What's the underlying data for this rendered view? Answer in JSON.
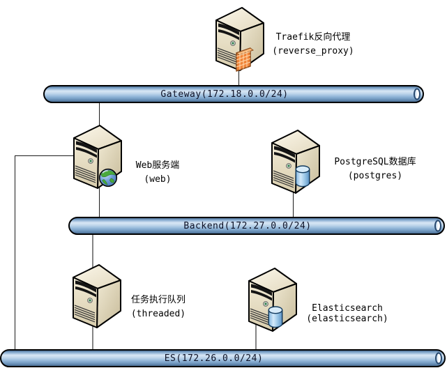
{
  "diagram": {
    "nodes": [
      {
        "name": "Traefik反向代理",
        "id_label": "(reverse_proxy)",
        "icon": "server-icon",
        "badge_icon": "firewall-icon"
      },
      {
        "name": "Web服务端",
        "id_label": "(web)",
        "icon": "server-icon",
        "badge_icon": "globe-icon"
      },
      {
        "name": "PostgreSQL数据库",
        "id_label": "(postgres)",
        "icon": "server-icon",
        "badge_icon": "database-icon"
      },
      {
        "name": "任务执行队列",
        "id_label": "(threaded)",
        "icon": "server-icon",
        "badge_icon": ""
      },
      {
        "name": "Elasticsearch",
        "id_label": "(elasticsearch)",
        "icon": "server-icon",
        "badge_icon": "database-icon"
      }
    ],
    "networks": [
      {
        "name": "Gateway",
        "cidr": "172.18.0.0/24",
        "label": "Gateway(172.18.0.0/24)"
      },
      {
        "name": "Backend",
        "cidr": "172.27.0.0/24",
        "label": "Backend(172.27.0.0/24)"
      },
      {
        "name": "ES",
        "cidr": "172.26.0.0/24",
        "label": "ES(172.26.0.0/24)"
      }
    ],
    "edges": [
      {
        "from": "reverse_proxy",
        "to": "Gateway"
      },
      {
        "from": "web",
        "to": "Gateway"
      },
      {
        "from": "web",
        "to": "Backend"
      },
      {
        "from": "web",
        "to": "ES"
      },
      {
        "from": "postgres",
        "to": "Backend"
      },
      {
        "from": "threaded",
        "to": "Backend"
      },
      {
        "from": "threaded",
        "to": "ES"
      },
      {
        "from": "elasticsearch",
        "to": "ES"
      }
    ],
    "colors": {
      "pipe_highlight": "#d8e7f5",
      "pipe_dark": "#4e7298",
      "server_front": "#ece4cc",
      "server_side": "#cdc2a0",
      "firewall_orange": "#f08438",
      "database_blue": "#7fb3dc",
      "globe_green": "#4aa93c",
      "wire_black": "#1a1a1a",
      "wire_gray": "#848484"
    }
  }
}
